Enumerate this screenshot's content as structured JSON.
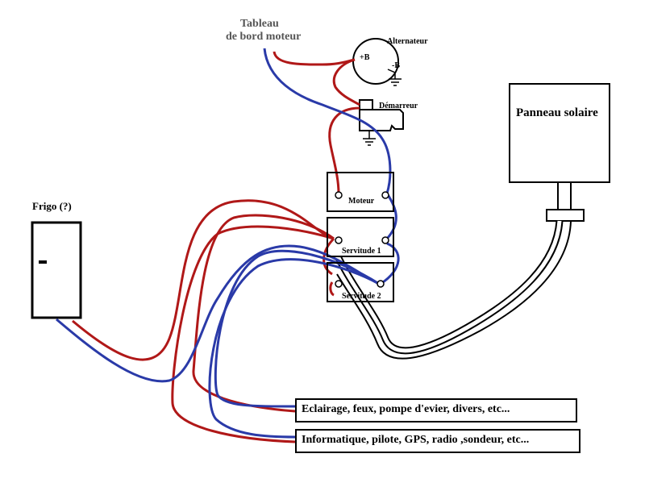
{
  "labels": {
    "tableau_line1": "Tableau",
    "tableau_line2": "de bord moteur",
    "alternateur": "Alternateur",
    "plus_b": "+B",
    "minus_b": "-B",
    "demarreur": "Démarreur",
    "panneau_solaire": "Panneau solaire",
    "frigo": "Frigo (?)",
    "frigo_mark": "-",
    "moteur": "Moteur",
    "servitude1": "Servitude 1",
    "servitude2": "Servitude 2",
    "eclairage": "Eclairage, feux, pompe d'evier, divers, etc...",
    "informatique": "Informatique, pilote, GPS, radio ,sondeur, etc..."
  },
  "colors": {
    "positive_wire": "#b01818",
    "negative_wire": "#2a3aa8",
    "solar_wire": "#000000",
    "outline": "#000000"
  }
}
